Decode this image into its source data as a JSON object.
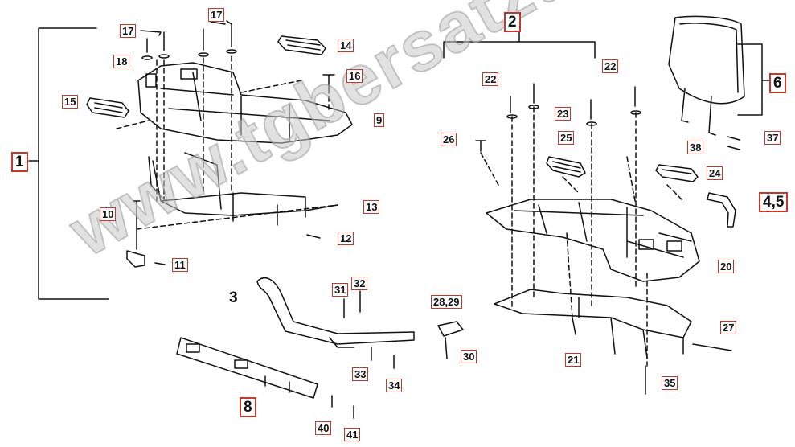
{
  "callouts": {
    "c1": "1",
    "c2": "2",
    "c3": "3",
    "c6": "6",
    "c8": "8",
    "c45": "4,5",
    "c9": "9",
    "c10": "10",
    "c11": "11",
    "c12": "12",
    "c13": "13",
    "c14": "14",
    "c15": "15",
    "c16": "16",
    "c17a": "17",
    "c17b": "17",
    "c18": "18",
    "c20": "20",
    "c21": "21",
    "c22a": "22",
    "c22b": "22",
    "c23": "23",
    "c24": "24",
    "c25": "25",
    "c26": "26",
    "c27": "27",
    "c2829": "28,29",
    "c30": "30",
    "c31": "31",
    "c32": "32",
    "c33": "33",
    "c34": "34",
    "c35": "35",
    "c37": "37",
    "c38": "38",
    "c40": "40",
    "c41": "41"
  },
  "watermark": "www.tgbersatzteile.de",
  "colors": {
    "callout_border": "#c0392b",
    "line": "#111111",
    "watermark": "#c8c8c8"
  }
}
